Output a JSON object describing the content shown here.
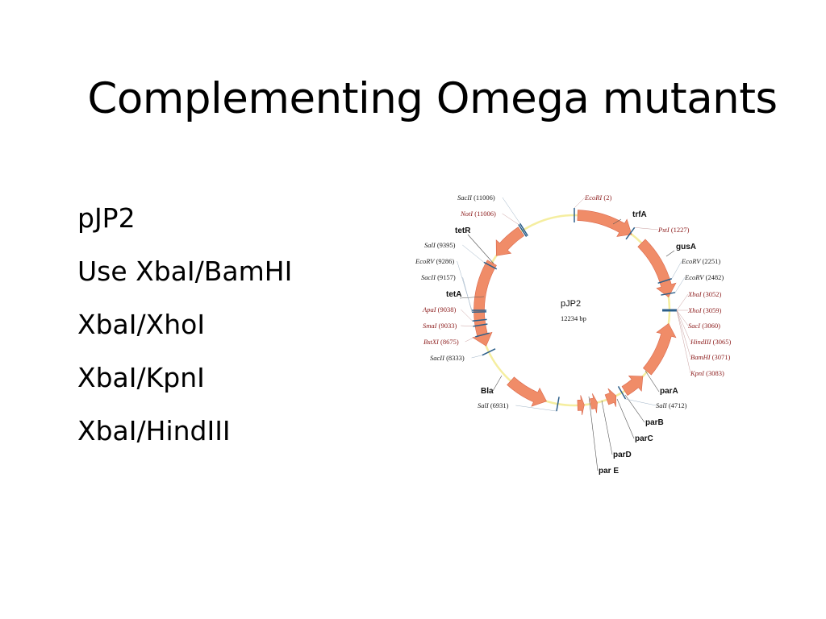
{
  "slide": {
    "title": "Complementing Omega mutants",
    "bullets": [
      "pJP2",
      "Use XbaI/BamHI",
      "XbaI/XhoI",
      "XbaI/KpnI",
      "XbaI/HindIII"
    ]
  },
  "plasmid": {
    "name": "pJP2",
    "size": "12234 bp",
    "colors": {
      "arrow": "#f08c68",
      "backbone": "#f5eea0",
      "site_tick": "#2c5f8a",
      "red_label": "#8b1a1a"
    },
    "genes": [
      "trfA",
      "gusA",
      "parA",
      "parB",
      "parC",
      "parD",
      "par E",
      "Bla",
      "tetA",
      "tetR"
    ],
    "sites": [
      {
        "enzyme": "EcoRI",
        "pos": "(2)",
        "color": "red"
      },
      {
        "enzyme": "PstI",
        "pos": "(1227)",
        "color": "red"
      },
      {
        "enzyme": "EcoRV",
        "pos": "(2251)",
        "color": "black"
      },
      {
        "enzyme": "EcoRV",
        "pos": "(2482)",
        "color": "black"
      },
      {
        "enzyme": "XbaI",
        "pos": "(3052)",
        "color": "red"
      },
      {
        "enzyme": "XhoI",
        "pos": "(3059)",
        "color": "red"
      },
      {
        "enzyme": "SacI",
        "pos": "(3060)",
        "color": "red"
      },
      {
        "enzyme": "HindIII",
        "pos": "(3065)",
        "color": "red"
      },
      {
        "enzyme": "BamHI",
        "pos": "(3071)",
        "color": "red"
      },
      {
        "enzyme": "KpnI",
        "pos": "(3083)",
        "color": "red"
      },
      {
        "enzyme": "SalI",
        "pos": "(4712)",
        "color": "black"
      },
      {
        "enzyme": "SalI",
        "pos": "(6931)",
        "color": "black"
      },
      {
        "enzyme": "SacII",
        "pos": "(8333)",
        "color": "black"
      },
      {
        "enzyme": "BstXI",
        "pos": "(8675)",
        "color": "red"
      },
      {
        "enzyme": "SmaI",
        "pos": "(9033)",
        "color": "red"
      },
      {
        "enzyme": "ApaI",
        "pos": "(9038)",
        "color": "red"
      },
      {
        "enzyme": "SacII",
        "pos": "(9157)",
        "color": "black"
      },
      {
        "enzyme": "EcoRV",
        "pos": "(9286)",
        "color": "black"
      },
      {
        "enzyme": "SalI",
        "pos": "(9395)",
        "color": "black"
      },
      {
        "enzyme": "NotI",
        "pos": "(11006)",
        "color": "red"
      },
      {
        "enzyme": "SacII",
        "pos": "(11006)",
        "color": "black"
      }
    ]
  }
}
